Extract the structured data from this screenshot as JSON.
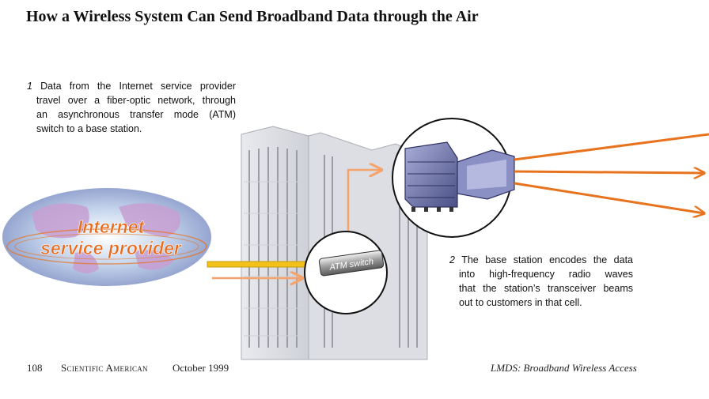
{
  "title": "How a Wireless System Can Send Broadband Data through the Air",
  "step1": {
    "number": "1",
    "lines": [
      "Data from the Internet service provider",
      "travel over a fiber-optic network, through",
      "an asynchronous transfer mode (ATM)",
      "switch to a base station."
    ]
  },
  "step2": {
    "number": "2",
    "lines": [
      "The base station encodes the data",
      "into high-frequency radio waves",
      "that the station’s transceiver beams",
      "out to customers in that cell."
    ]
  },
  "globe_label": {
    "line1": "Internet",
    "line2": "service provider"
  },
  "switch_label": "ATM switch",
  "footer": {
    "page": "108",
    "magazine": "Scientific American",
    "date": "October 1999",
    "article": "LMDS: Broadband Wireless Access"
  },
  "colors": {
    "orange_beam": "#e8731e",
    "light_arrow": "#f5a36a",
    "fiber": "#f2c21b",
    "globe_label": "#e86a1a"
  }
}
